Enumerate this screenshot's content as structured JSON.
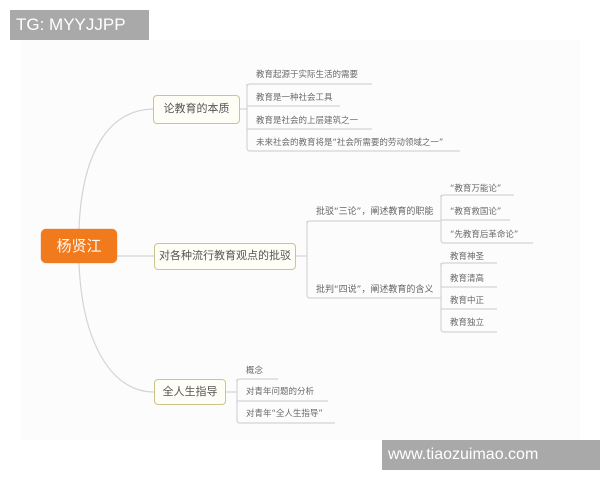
{
  "watermarks": {
    "top_left": "TG: MYYJJPP",
    "bottom_right": "www.tiaozuimao.com"
  },
  "colors": {
    "root_fill": "#f07a1c",
    "node_border": "#cbc48f",
    "node_fill": "#fffef6",
    "line": "#d4d4d4"
  },
  "mindmap": {
    "root": "杨贤江",
    "branches": [
      {
        "label": "论教育的本质",
        "children": [
          "教育起源于实际生活的需要",
          "教育是一种社会工具",
          "教育是社会的上层建筑之一",
          "未来社会的教育将是“社会所需要的劳动领域之一”"
        ]
      },
      {
        "label": "对各种流行教育观点的批驳",
        "children": [
          {
            "label": "批驳“三论”，阐述教育的职能",
            "children": [
              "“教育万能论”",
              "“教育救国论”",
              "“先教育后革命论”"
            ]
          },
          {
            "label": "批判“四说”，阐述教育的含义",
            "children": [
              "教育神圣",
              "教育清高",
              "教育中正",
              "教育独立"
            ]
          }
        ]
      },
      {
        "label": "全人生指导",
        "children": [
          "概念",
          "对青年问题的分析",
          "对青年“全人生指导”"
        ]
      }
    ]
  }
}
